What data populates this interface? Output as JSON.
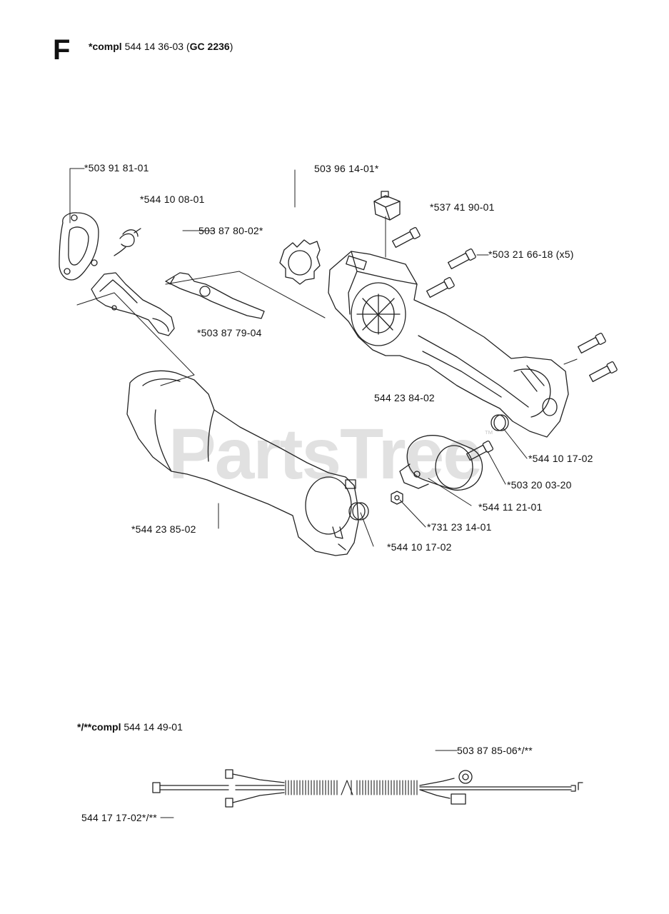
{
  "section": {
    "letter": "F"
  },
  "title": {
    "prefix": "*compl",
    "number": " 544 14 36-03 (",
    "model": "GC 2236",
    "suffix": ")"
  },
  "sub_assembly": {
    "prefix": "*/**compl",
    "number": " 544 14 49-01"
  },
  "watermark": {
    "text": "PartsTree",
    "tm": "™"
  },
  "labels": [
    {
      "id": "p-503918101",
      "text": "*503 91 81-01"
    },
    {
      "id": "p-544100801",
      "text": "*544 10 08-01"
    },
    {
      "id": "p-503878002",
      "text": "503 87 80-02*"
    },
    {
      "id": "p-503961401",
      "text": "503 96 14-01*"
    },
    {
      "id": "p-537419001",
      "text": "*537 41 90-01"
    },
    {
      "id": "p-503216618",
      "text": "*503 21 66-18 (x5)"
    },
    {
      "id": "p-503877904",
      "text": "*503 87 79-04"
    },
    {
      "id": "p-544238402",
      "text": "544 23 84-02"
    },
    {
      "id": "p-544101702a",
      "text": "*544 10 17-02"
    },
    {
      "id": "p-503200320",
      "text": "*503 20 03-20"
    },
    {
      "id": "p-544112101",
      "text": "*544 11 21-01"
    },
    {
      "id": "p-731231401",
      "text": "*731 23 14-01"
    },
    {
      "id": "p-544238502",
      "text": "*544 23 85-02"
    },
    {
      "id": "p-544101702b",
      "text": "*544 10 17-02"
    },
    {
      "id": "p-503878506",
      "text": "503 87 85-06*/**"
    },
    {
      "id": "p-544171702",
      "text": "544 17 17-02*/**"
    }
  ]
}
